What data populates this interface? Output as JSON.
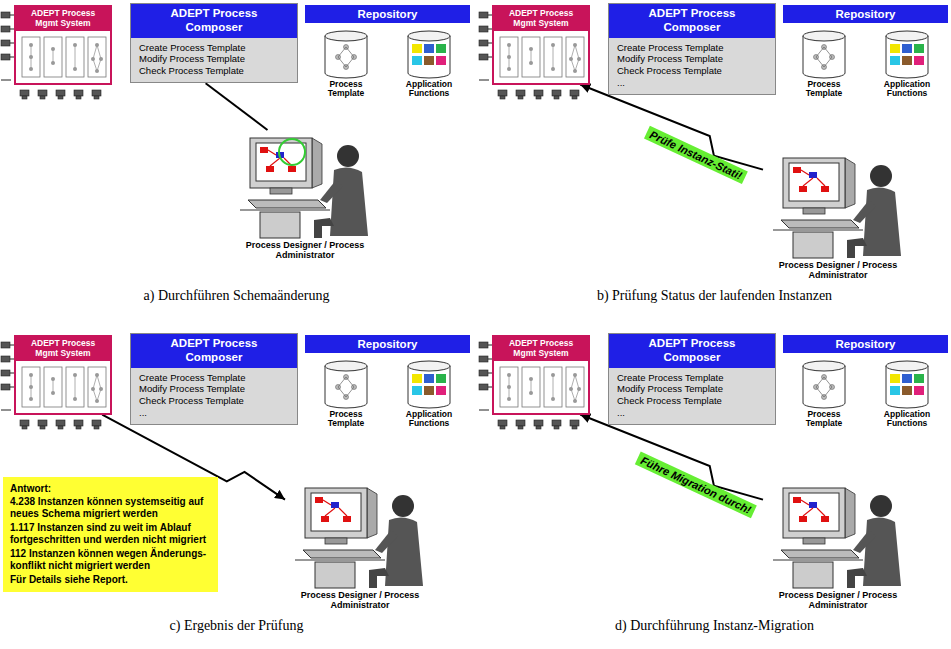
{
  "diagram": {
    "nodes": [
      {
        "text": [
          "ADEPT Process Mgmt System"
        ]
      },
      {
        "text": [
          "ADEPT Process Composer",
          "Create Process Template",
          "Modify Process Template",
          "Check Process Template"
        ]
      },
      {
        "text": [
          "Repository"
        ]
      },
      {
        "text": [
          "Process Template"
        ]
      },
      {
        "text": [
          "Application Functions"
        ]
      },
      {
        "text": [
          "Process Designer / Process Administrator"
        ]
      },
      {
        "text": [
          "ADEPT Process Mgmt System"
        ]
      },
      {
        "text": [
          "ADEPT Process Composer",
          "Create Process Template",
          "Modify Process Template",
          "Check Process Template",
          "..."
        ]
      },
      {
        "text": [
          "Repository"
        ]
      },
      {
        "text": [
          "Process Template"
        ]
      },
      {
        "text": [
          "Application Functions"
        ]
      },
      {
        "text": [
          "Process Designer / Process Administrator"
        ]
      },
      {
        "text": [
          "ADEPT Process Mgmt System"
        ]
      },
      {
        "text": [
          "ADEPT Process Composer",
          "Create Process Template",
          "Modify Process Template",
          "Check Process Template",
          "..."
        ]
      },
      {
        "text": [
          "Repository"
        ]
      },
      {
        "text": [
          "Process Template"
        ]
      },
      {
        "text": [
          "Application Functions"
        ]
      },
      {
        "text": [
          "Antwort:",
          "4.238 Instanzen können systemseitig auf neues Schema migriert werden",
          "1.117 Instanzen sind zu weit im Ablauf fortgeschritten und werden nicht migriert",
          "112 Instanzen können wegen Änderungs-konflikt nicht migriert werden",
          "Für Details siehe Report."
        ]
      },
      {
        "text": [
          "Process Designer / Process Administrator"
        ]
      },
      {
        "text": [
          "ADEPT Process Mgmt System"
        ]
      },
      {
        "text": [
          "ADEPT Process Composer",
          "Create Process Template",
          "Modify Process Template",
          "Check Process Template",
          "..."
        ]
      },
      {
        "text": [
          "Repository"
        ]
      },
      {
        "text": [
          "Process Template"
        ]
      },
      {
        "text": [
          "Application Functions"
        ]
      },
      {
        "text": [
          "Process Designer / Process Administrator"
        ]
      }
    ],
    "edges": [
      {
        "from": 1,
        "to": 5,
        "arrow": "none"
      },
      {
        "from": 11,
        "to": 6,
        "arrow": "to",
        "label": "Prüfe Instanz-Stati!"
      },
      {
        "from": 12,
        "to": 18,
        "arrow": "to"
      },
      {
        "from": 24,
        "to": 19,
        "arrow": "to",
        "label": "Führe Migration durch!"
      }
    ],
    "labels": [
      "a) Durchführen Schemaänderung",
      "b) Prüfung Status der laufenden Instanzen",
      "c) Ergebnis der Prüfung",
      "d) Durchführung Instanz-Migration"
    ]
  }
}
